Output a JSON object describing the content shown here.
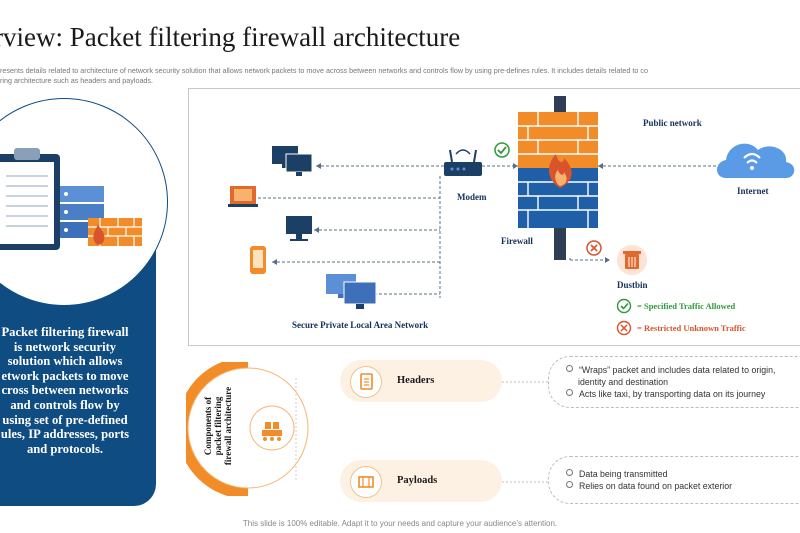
{
  "title": "rview: Packet filtering firewall architecture",
  "description": [
    "presents details related to architecture of network security solution that allows network packets to move across between networks and controls flow by using pre-defines rules. It includes details related to co",
    "ering architecture such as headers and payloads."
  ],
  "left_panel": {
    "lines": [
      "Packet filtering firewall",
      "is network security",
      "solution which allows",
      "etwork packets to move",
      "cross between networks",
      "and controls flow by",
      "using set of pre-defined",
      "ules, IP addresses, ports",
      "and protocols."
    ]
  },
  "diagram": {
    "public_network": "Public network",
    "internet": "Internet",
    "modem": "Modem",
    "firewall": "Firewall",
    "dustbin": "Dustbin",
    "lan": "Secure Private  Local Area Network",
    "legend_allowed": "= Specified Traffic Allowed",
    "legend_restricted": "= Restricted Unknown Traffic"
  },
  "components": {
    "ring_label_line1": "Components of",
    "ring_label_line2": "packet filtering",
    "ring_label_line3": "firewall architecture",
    "headers": {
      "label": "Headers",
      "bullets": [
        "“Wraps” packet and includes data related to origin,",
        "identity and destination",
        "Acts like taxi, by transporting data on its journey"
      ]
    },
    "payloads": {
      "label": "Payloads",
      "bullets": [
        "Data being transmitted",
        "Relies on data found  on packet exterior"
      ]
    }
  },
  "footer": "This slide is 100% editable. Adapt it to your needs and capture your audience’s attention.",
  "colors": {
    "navy": "#0f4c81",
    "orange": "#f28c28",
    "green": "#2e9a3a",
    "red": "#d9532c"
  }
}
